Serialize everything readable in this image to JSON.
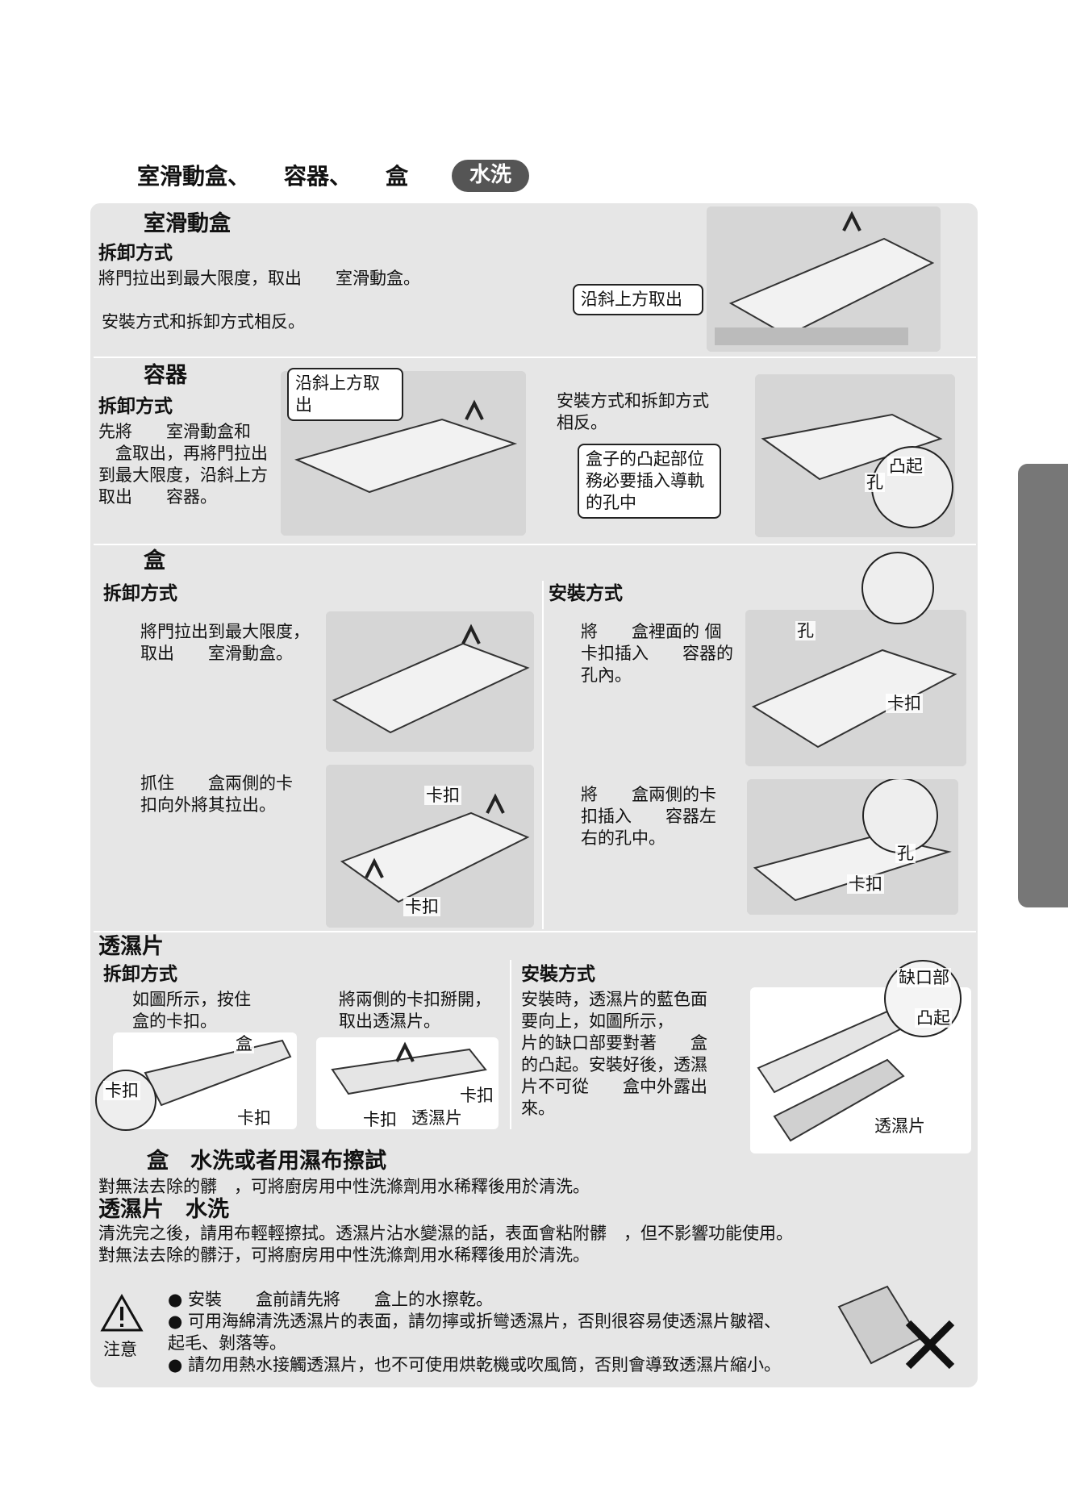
{
  "header": {
    "title": "室滑動盒、　　容器、　　盒",
    "badge": "水洗"
  },
  "sec1": {
    "title": "室滑動盒",
    "sub": "拆卸方式",
    "text": "將門拉出到最大限度，取出　　室滑動盒。",
    "note": "安裝方式和拆卸方式相反。",
    "callout": "沿斜上方取出"
  },
  "sec2": {
    "title": "容器",
    "sub": "拆卸方式",
    "text": "先將　　室滑動盒和\n　盒取出，再將門拉出\n到最大限度，沿斜上方\n取出　　容器。",
    "callout": "沿斜上方取出",
    "install_text": "安裝方式和拆卸方式\n相反。",
    "install_callout": "盒子的凸起部位\n務必要插入導軌\n的孔中",
    "label_bump": "凸起",
    "label_hole": "孔"
  },
  "sec3": {
    "title": "盒",
    "remove_sub": "拆卸方式",
    "remove_step1": "將門拉出到最大限度，\n取出　　室滑動盒。",
    "remove_step2": "抓住　　盒兩側的卡\n扣向外將其拉出。",
    "label_clip_a": "卡扣",
    "label_clip_b": "卡扣",
    "install_sub": "安裝方式",
    "install_step1": "將　　盒裡面的 個\n卡扣插入　　容器的\n孔內。",
    "install_step2": "將　　盒兩側的卡\n扣插入　　容器左\n右的孔中。",
    "label_hole_a": "孔",
    "label_clip_c": "卡扣",
    "label_hole_b": "孔",
    "label_clip_d": "卡扣"
  },
  "sec4": {
    "title": "透濕片",
    "remove_sub": "拆卸方式",
    "remove_step1": "如圖所示，按住\n盒的卡扣。",
    "remove_step2": "將兩側的卡扣掰開，\n取出透濕片。",
    "label_box": "盒",
    "label_clip1": "卡扣",
    "label_clip2": "卡扣",
    "label_clip3": "卡扣",
    "label_clip4": "卡扣",
    "label_film": "透濕片",
    "install_sub": "安裝方式",
    "install_text": "安裝時，透濕片的藍色面\n要向上，如圖所示，\n片的缺口部要對著　　盒\n的凸起。安裝好後，透濕\n片不可從　　盒中外露出\n來。",
    "label_notch": "缺口部",
    "label_bump": "凸起",
    "label_film2": "透濕片"
  },
  "sec5": {
    "title": "盒　水洗或者用濕布擦試",
    "text": "對無法去除的髒　，可將廚房用中性洗滌劑用水稀釋後用於清洗。"
  },
  "sec6": {
    "title": "透濕片　水洗",
    "text": "清洗完之後，請用布輕輕擦拭。透濕片沾水變濕的話，表面會粘附髒　，但不影響功能使用。\n對無法去除的髒汙，可將廚房用中性洗滌劑用水稀釋後用於清洗。"
  },
  "caution": {
    "label": "注意",
    "items": [
      "安裝　　盒前請先將　　盒上的水擦乾。",
      "可用海綿清洗透濕片的表面，請勿擰或折彎透濕片，否則很容易使透濕片皺褶、\n起毛、剝落等。",
      "請勿用熱水接觸透濕片，也不可使用烘乾機或吹風筒，否則會導致透濕片縮小。"
    ]
  },
  "colors": {
    "panel": "#e6e6e6",
    "pill": "#555555",
    "side_tab": "#777777"
  }
}
